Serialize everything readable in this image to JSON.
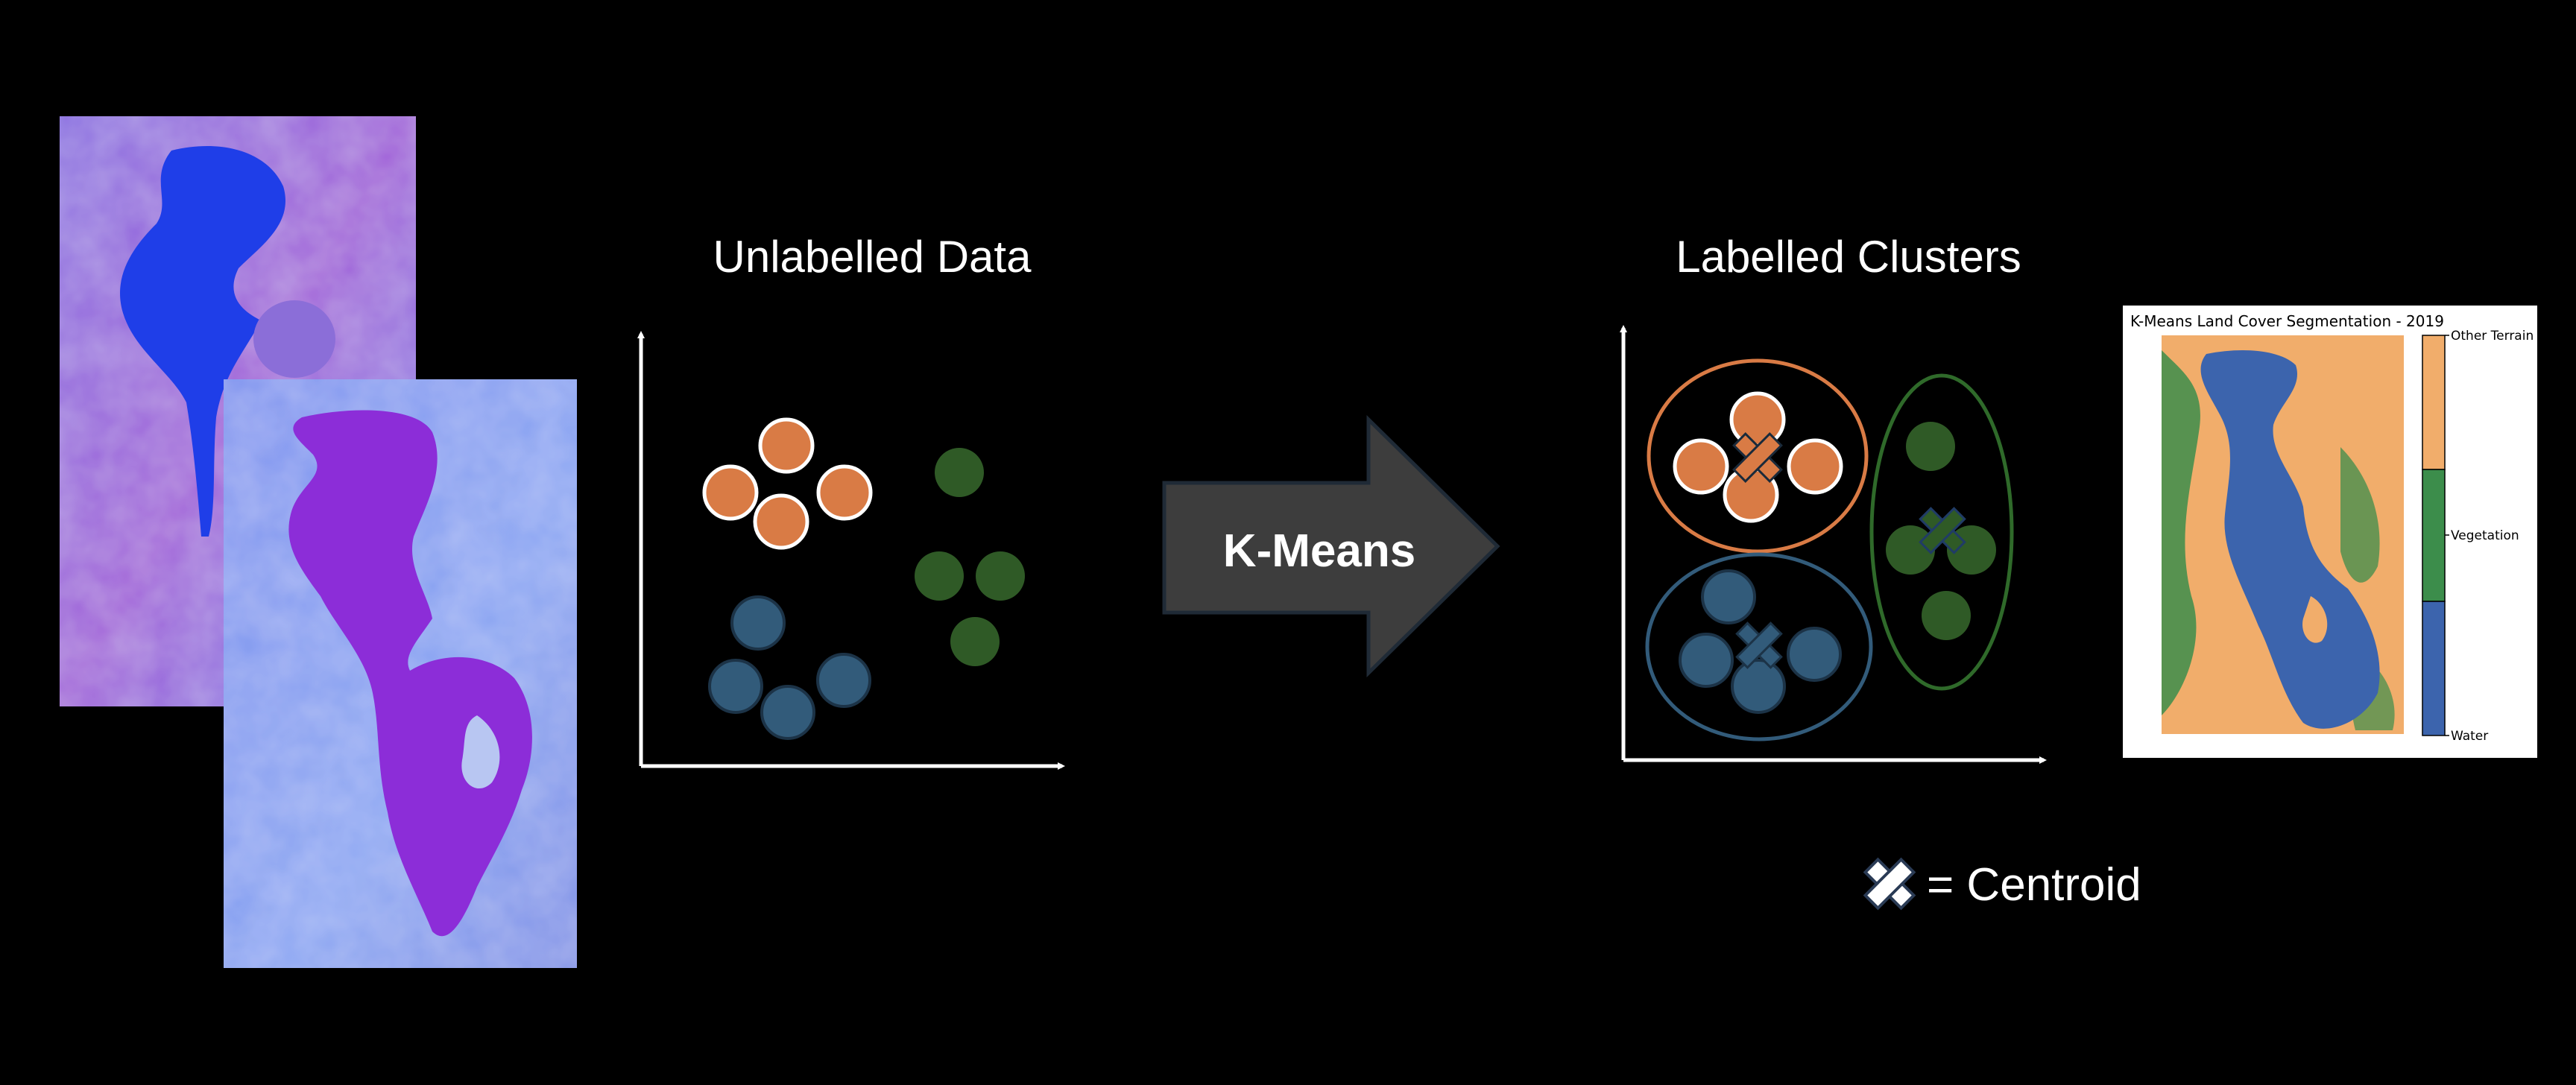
{
  "unlabelled": {
    "title": "Unlabelled Data"
  },
  "labelled": {
    "title": "Labelled Clusters"
  },
  "process": {
    "label": "K-Means"
  },
  "legend": {
    "text": "= Centroid",
    "icon": "centroid-x-icon"
  },
  "segmentation": {
    "title": "K-Means Land Cover Segmentation - 2019",
    "classes": [
      "Other Terrain",
      "Vegetation",
      "Water"
    ]
  },
  "colors": {
    "orange": "#d97b45",
    "green": "#2f5a26",
    "blue": "#325b7a",
    "arrow": "#3d3d3d",
    "map_water": "#3c64ad",
    "map_vegetation": "#3c8d4b",
    "map_terrain": "#f1ad6b"
  }
}
